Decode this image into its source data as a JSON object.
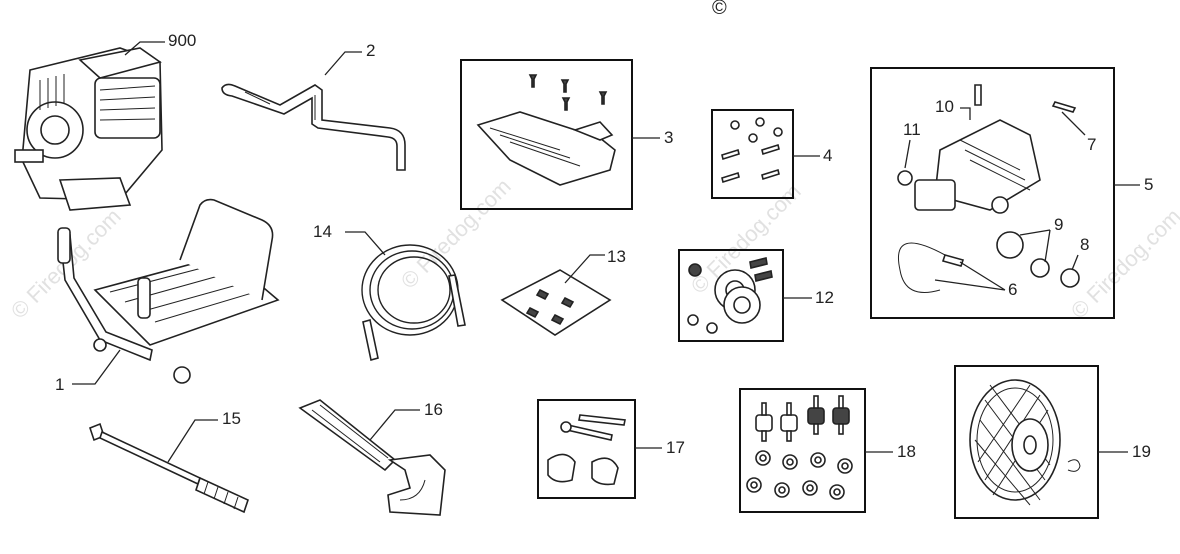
{
  "copyright_mark": "©",
  "watermark": "© Firedog.com",
  "parts": [
    {
      "id": "p900",
      "number": "900"
    },
    {
      "id": "p2",
      "number": "2"
    },
    {
      "id": "p3",
      "number": "3"
    },
    {
      "id": "p4",
      "number": "4"
    },
    {
      "id": "p5",
      "number": "5"
    },
    {
      "id": "p6",
      "number": "6"
    },
    {
      "id": "p7",
      "number": "7"
    },
    {
      "id": "p8",
      "number": "8"
    },
    {
      "id": "p9",
      "number": "9"
    },
    {
      "id": "p10",
      "number": "10"
    },
    {
      "id": "p11",
      "number": "11"
    },
    {
      "id": "p12",
      "number": "12"
    },
    {
      "id": "p13",
      "number": "13"
    },
    {
      "id": "p14",
      "number": "14"
    },
    {
      "id": "p15",
      "number": "15"
    },
    {
      "id": "p16",
      "number": "16"
    },
    {
      "id": "p17",
      "number": "17"
    },
    {
      "id": "p18",
      "number": "18"
    },
    {
      "id": "p19",
      "number": "19"
    },
    {
      "id": "p1",
      "number": "1"
    }
  ]
}
